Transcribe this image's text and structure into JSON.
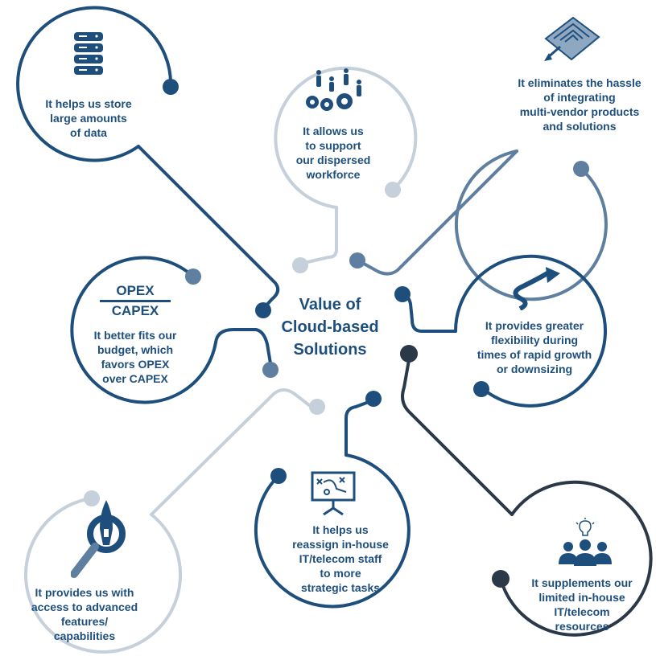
{
  "center": {
    "lines": [
      "Value of",
      "Cloud-based",
      "Solutions"
    ]
  },
  "colors": {
    "dark_navy": "#1e4f7c",
    "steel": "#5e7f9f",
    "light_gray": "#c5d0da",
    "charcoal": "#2a3848"
  },
  "items": [
    {
      "id": "store-data",
      "icon": "database-icon",
      "lines": [
        "It helps us store",
        "large amounts",
        "of data"
      ]
    },
    {
      "id": "dispersed-workforce",
      "icon": "people-gears-icon",
      "lines": [
        "It allows us",
        "to support",
        "our dispersed",
        "workforce"
      ]
    },
    {
      "id": "multi-vendor",
      "icon": "maze-icon",
      "lines": [
        "It eliminates the hassle",
        "of integrating",
        "multi-vendor products",
        "and solutions"
      ]
    },
    {
      "id": "opex-capex",
      "icon": "opex-capex-fraction",
      "fraction": {
        "numerator": "OPEX",
        "denominator": "CAPEX"
      },
      "lines": [
        "It better fits our",
        "budget, which",
        "favors OPEX",
        "over CAPEX"
      ]
    },
    {
      "id": "flexibility",
      "icon": "spiral-arrow-icon",
      "lines": [
        "It provides greater",
        "flexibility during",
        "times of rapid growth",
        "or downsizing"
      ]
    },
    {
      "id": "advanced-features",
      "icon": "rocket-magnifier-icon",
      "lines": [
        "It provides us with",
        "access to advanced",
        "features/",
        "capabilities"
      ]
    },
    {
      "id": "reassign-staff",
      "icon": "strategy-board-icon",
      "lines": [
        "It helps us",
        "reassign in-house",
        "IT/telecom staff",
        "to more",
        "strategic tasks"
      ]
    },
    {
      "id": "supplements-resources",
      "icon": "team-idea-icon",
      "lines": [
        "It supplements our",
        "limited in-house",
        "IT/telecom",
        "resources"
      ]
    }
  ]
}
